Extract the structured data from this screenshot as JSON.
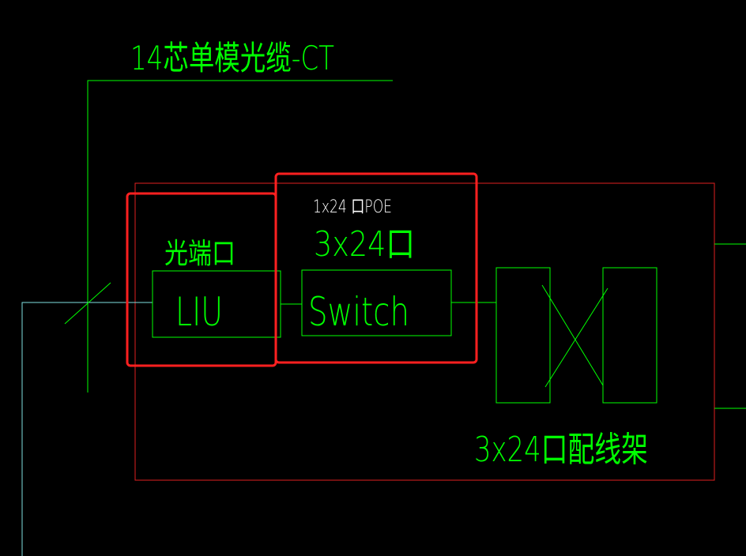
{
  "diagram": {
    "cable_label": "14芯单模光缆-CT",
    "liu": {
      "title": "光端口",
      "label": "LIU"
    },
    "switch": {
      "note": "1x24 口POE",
      "title": "3x24口",
      "label": "Switch"
    },
    "patch_panel": {
      "label": "3x24口配线架"
    }
  },
  "colors": {
    "background": "#000000",
    "cad_green": "#00ff00",
    "cable_cyan": "#7fdfdf",
    "cabinet_red": "#e02020",
    "highlight_red": "#ff2020",
    "note_white": "#ffffff"
  }
}
